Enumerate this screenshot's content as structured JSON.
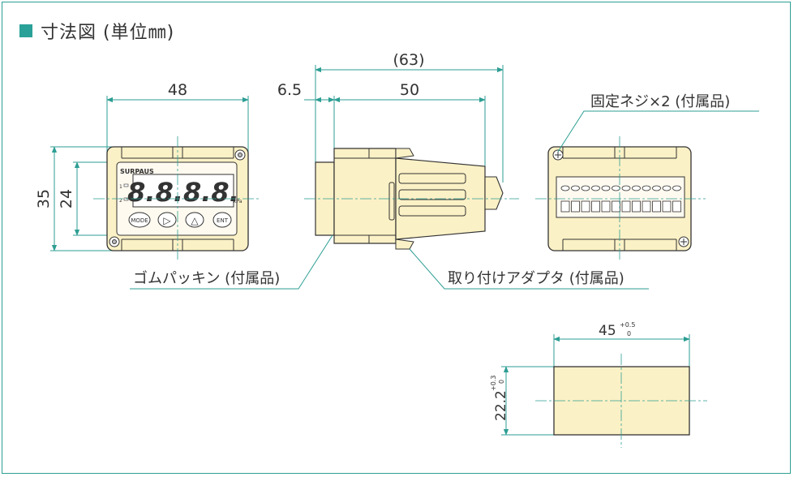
{
  "title": {
    "text": "寸法図 (単位㎜)"
  },
  "front": {
    "width_dim": "48",
    "height_outer_dim": "35",
    "height_inner_dim": "24",
    "brand": "SURPAUS",
    "display": "8.8.8.8.",
    "unit": "kPa",
    "indicators": [
      "1",
      "2"
    ],
    "buttons": [
      "MODE",
      "▷",
      "△",
      "ENT"
    ]
  },
  "side": {
    "total_dim": "(63)",
    "panel_dim": "6.5",
    "body_dim": "50"
  },
  "back": {
    "screws_label": "固定ネジ×2 (付属品)"
  },
  "labels": {
    "gasket": "ゴムパッキン (付属品)",
    "adapter": "取り付けアダプタ (付属品)"
  },
  "cutout": {
    "width_dim": "45",
    "width_tol_upper": "+0.5",
    "width_tol_lower": "0",
    "height_dim": "22.2",
    "height_tol_upper": "+0.3",
    "height_tol_lower": "0"
  },
  "colors": {
    "accent": "#2aa198",
    "dim_line": "#2d9e93",
    "body_fill": "#fbf1c6",
    "outline": "#333333"
  }
}
